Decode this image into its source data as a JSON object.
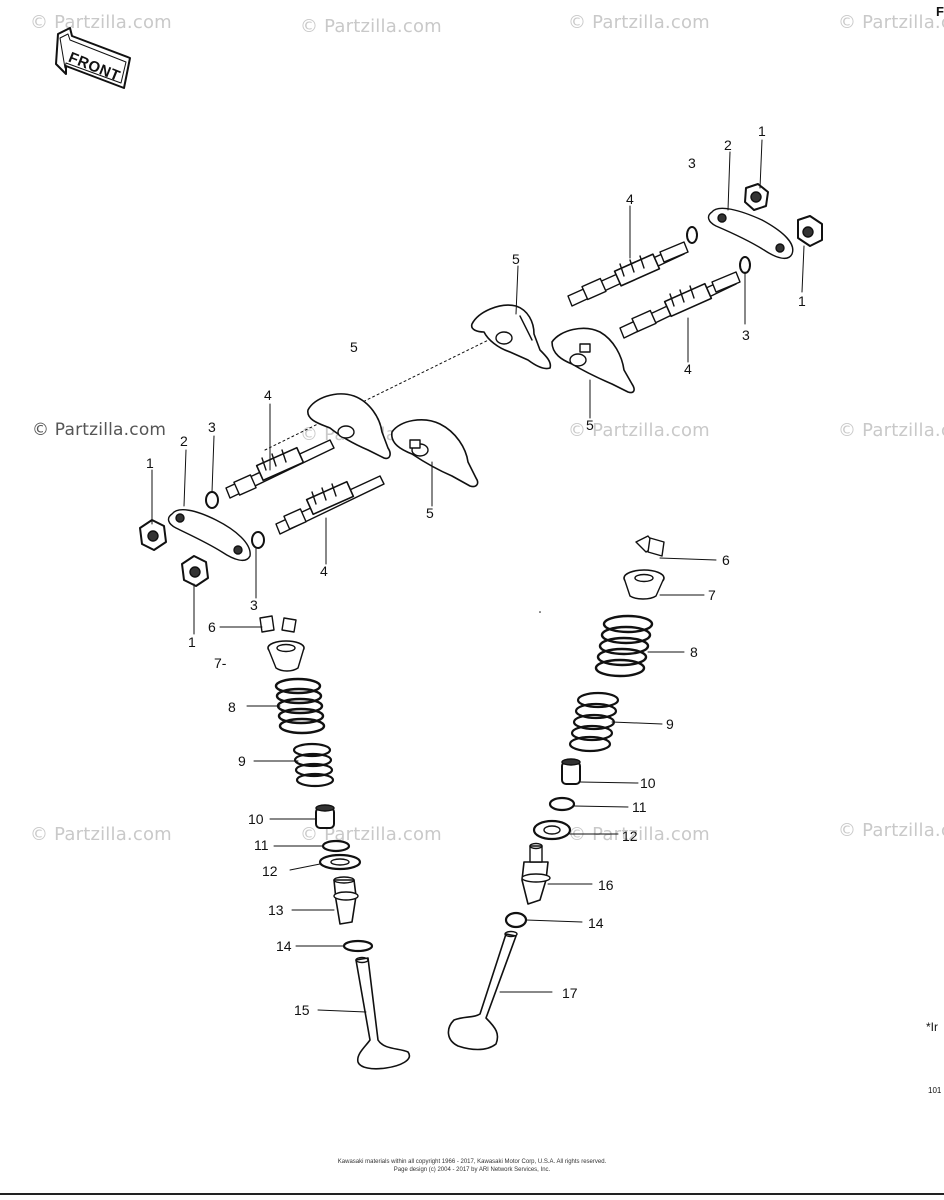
{
  "watermark": {
    "text": "© Partzilla.com"
  },
  "front_arrow": {
    "label": "FRONT"
  },
  "callouts": {
    "c1": "1",
    "c2": "2",
    "c3": "3",
    "c4": "4",
    "c5": "5",
    "c6": "6",
    "c7": "7",
    "c7b": "7-",
    "c8": "8",
    "c9": "9",
    "c10": "10",
    "c11": "11",
    "c12": "12",
    "c13": "13",
    "c14": "14",
    "c15": "15",
    "c16": "16",
    "c17": "17"
  },
  "edge": {
    "top_right": "F",
    "note": "*Ir",
    "code": "101"
  },
  "footer": {
    "line1": "Kawasaki materials within all copyright 1966 - 2017, Kawasaki Motor Corp, U.S.A. All rights reserved.",
    "line2": "Page design (c) 2004 - 2017 by ARI Network Services, Inc."
  },
  "colors": {
    "ink": "#111111",
    "watermark": "#c9c9c9",
    "background": "#ffffff"
  }
}
